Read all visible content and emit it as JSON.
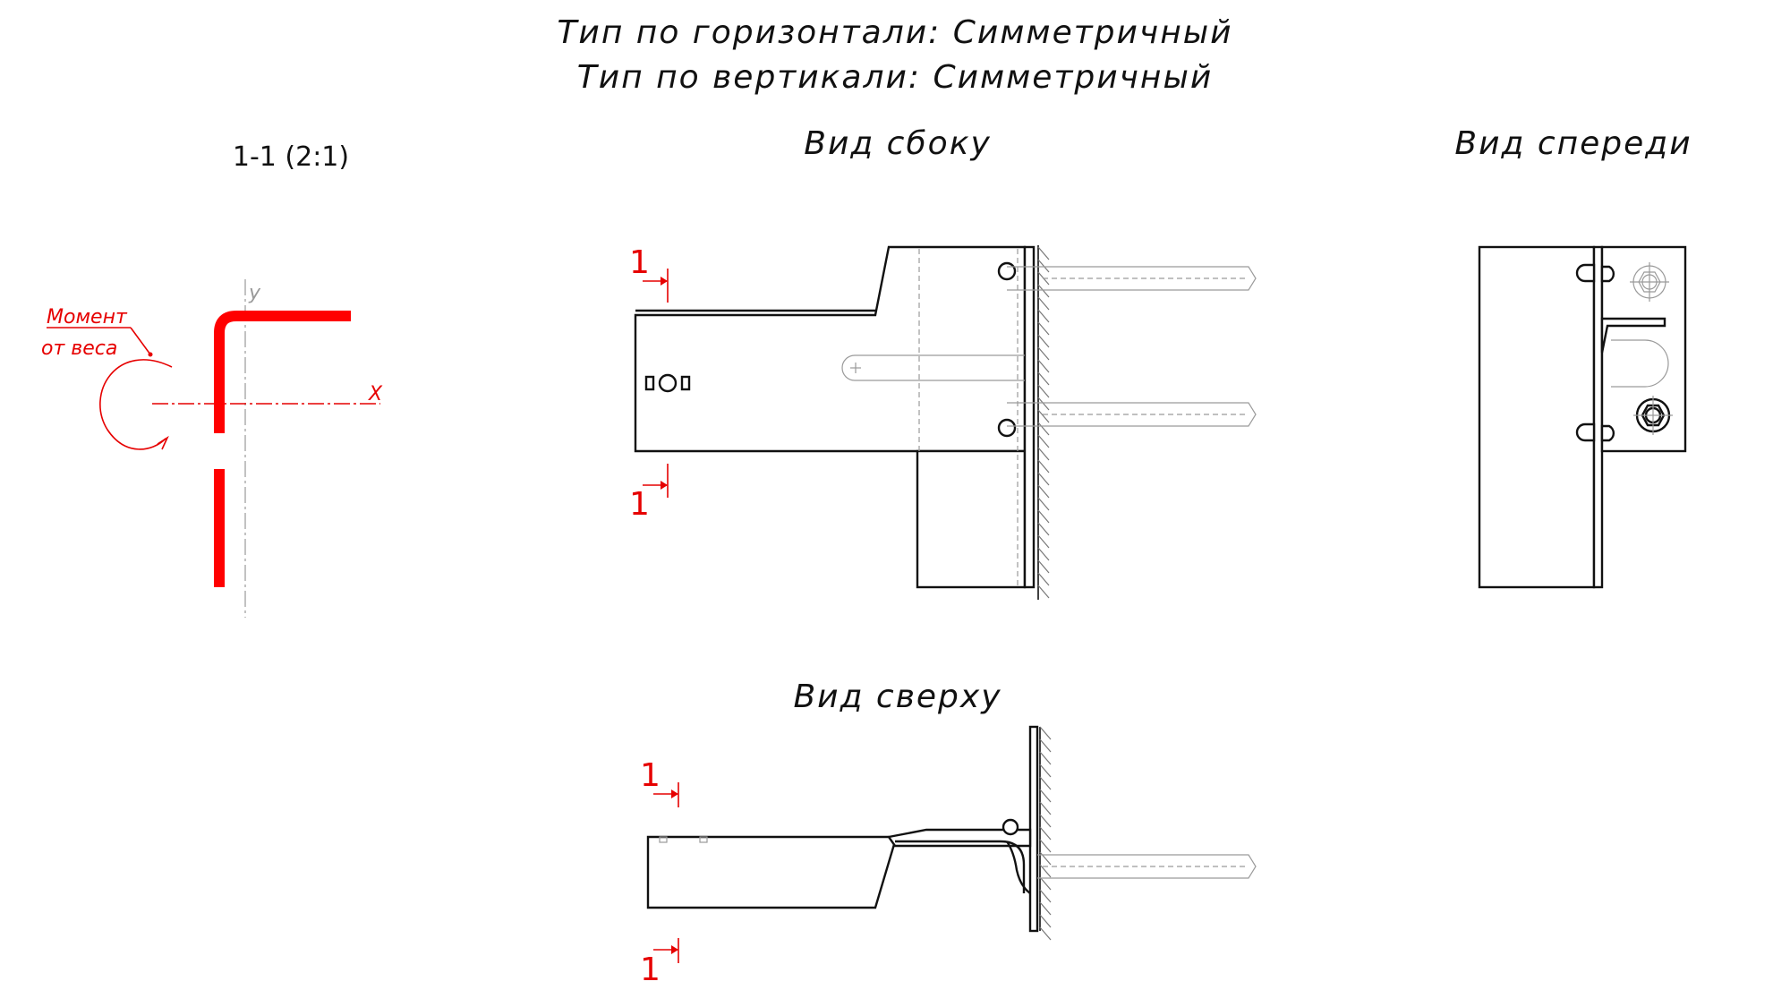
{
  "header": {
    "line1": "Тип по горизонтали: Симметричный",
    "line2": "Тип по вертикали: Симметричный"
  },
  "views": {
    "section": "1-1 (2:1)",
    "side": "Вид сбоку",
    "front": "Вид спереди",
    "top": "Вид сверху"
  },
  "section_view": {
    "moment_line1": "Момент",
    "moment_line2": "от веса",
    "axis_x": "X",
    "axis_y": "y"
  },
  "cut_marks": {
    "mark": "1"
  },
  "colors": {
    "accent": "#ff0000",
    "lines": "#111111",
    "hidden": "#9a9a9a"
  }
}
